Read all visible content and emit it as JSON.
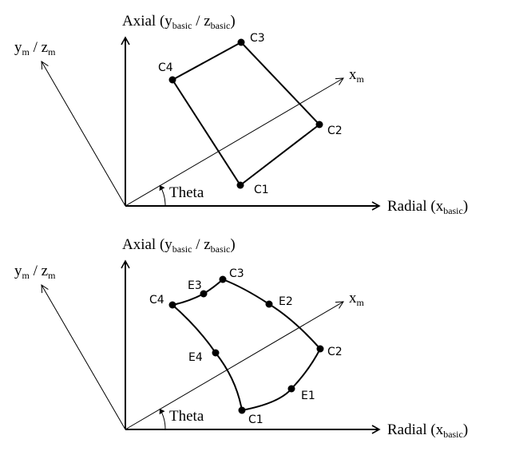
{
  "diagrams": [
    {
      "axial_label": {
        "main": "Axial (",
        "y": "y",
        "y_sub": "basic",
        "sep": " / ",
        "z": "z",
        "z_sub": "basic",
        "close": ")"
      },
      "radial_label": {
        "main": "Radial (",
        "x": "x",
        "x_sub": "basic",
        "close": ")"
      },
      "ym_label": {
        "y": "y",
        "y_sub": "m",
        "sep": " / ",
        "z": "z",
        "z_sub": "m"
      },
      "xm_label": {
        "x": "x",
        "x_sub": "m"
      },
      "theta_label": "Theta",
      "element_type": "straight quadrilateral",
      "nodes": [
        "C1",
        "C2",
        "C3",
        "C4"
      ]
    },
    {
      "axial_label": {
        "main": "Axial (",
        "y": "y",
        "y_sub": "basic",
        "sep": " / ",
        "z": "z",
        "z_sub": "basic",
        "close": ")"
      },
      "radial_label": {
        "main": "Radial (",
        "x": "x",
        "x_sub": "basic",
        "close": ")"
      },
      "ym_label": {
        "y": "y",
        "y_sub": "m",
        "sep": " / ",
        "z": "z",
        "z_sub": "m"
      },
      "xm_label": {
        "x": "x",
        "x_sub": "m"
      },
      "theta_label": "Theta",
      "element_type": "curved quadrilateral with edge nodes",
      "nodes": [
        "C1",
        "C2",
        "C3",
        "C4",
        "E1",
        "E2",
        "E3",
        "E4"
      ]
    }
  ]
}
